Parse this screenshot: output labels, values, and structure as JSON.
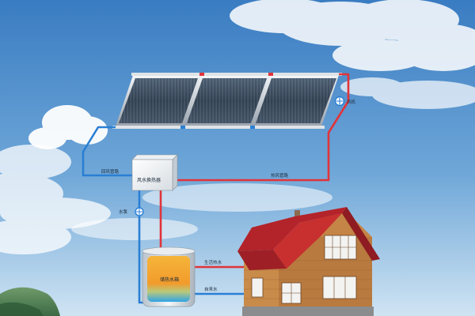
{
  "labels": {
    "fan": "风机",
    "cold_air_pipe": "回风管路",
    "hot_air_pipe": "热风管路",
    "exchanger": "风水换热器",
    "pump": "水泵",
    "tank": "储热水箱",
    "hot_water_out": "生活热水",
    "tap_water_in": "自来水"
  },
  "colors": {
    "hot_pipe": "#e0343a",
    "cold_pipe": "#2a7fd4",
    "sky_top": "#3d7fc4",
    "sky_bottom": "#bcd9ef",
    "roof": "#b8262c",
    "walls": "#c58a4a",
    "tank_hot": "#f2a12a",
    "tank_cold": "#39a9e8"
  },
  "icons": [
    "fan-icon",
    "pump-icon"
  ]
}
